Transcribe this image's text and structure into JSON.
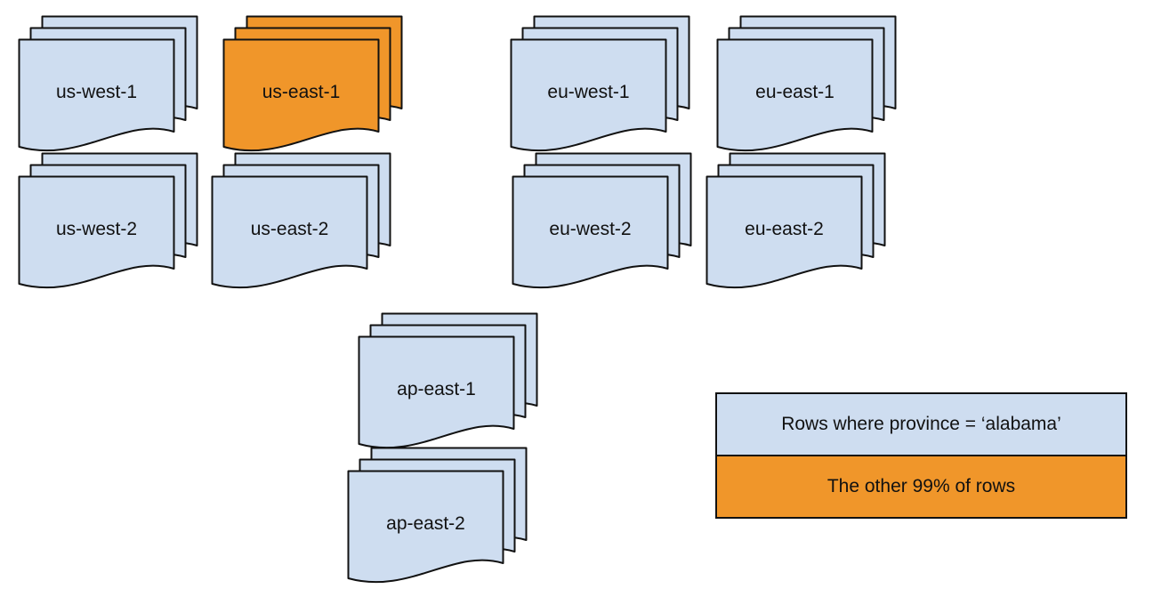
{
  "colors": {
    "region_fill": "#CEDDF0",
    "highlight_fill": "#F0962A",
    "stroke": "#111111"
  },
  "stacks": [
    {
      "id": "us-west-1",
      "label": "us-west-1",
      "fill": "#CEDDF0"
    },
    {
      "id": "us-east-1",
      "label": "us-east-1",
      "fill": "#F0962A"
    },
    {
      "id": "eu-west-1",
      "label": "eu-west-1",
      "fill": "#CEDDF0"
    },
    {
      "id": "eu-east-1",
      "label": "eu-east-1",
      "fill": "#CEDDF0"
    },
    {
      "id": "us-west-2",
      "label": "us-west-2",
      "fill": "#CEDDF0"
    },
    {
      "id": "us-east-2",
      "label": "us-east-2",
      "fill": "#CEDDF0"
    },
    {
      "id": "eu-west-2",
      "label": "eu-west-2",
      "fill": "#CEDDF0"
    },
    {
      "id": "eu-east-2",
      "label": "eu-east-2",
      "fill": "#CEDDF0"
    },
    {
      "id": "ap-east-1",
      "label": "ap-east-1",
      "fill": "#CEDDF0"
    },
    {
      "id": "ap-east-2",
      "label": "ap-east-2",
      "fill": "#CEDDF0"
    }
  ],
  "legend": {
    "items": [
      {
        "label": "Rows where province = ‘alabama’",
        "fill": "#CEDDF0"
      },
      {
        "label": "The other 99% of rows",
        "fill": "#F0962A"
      }
    ]
  }
}
